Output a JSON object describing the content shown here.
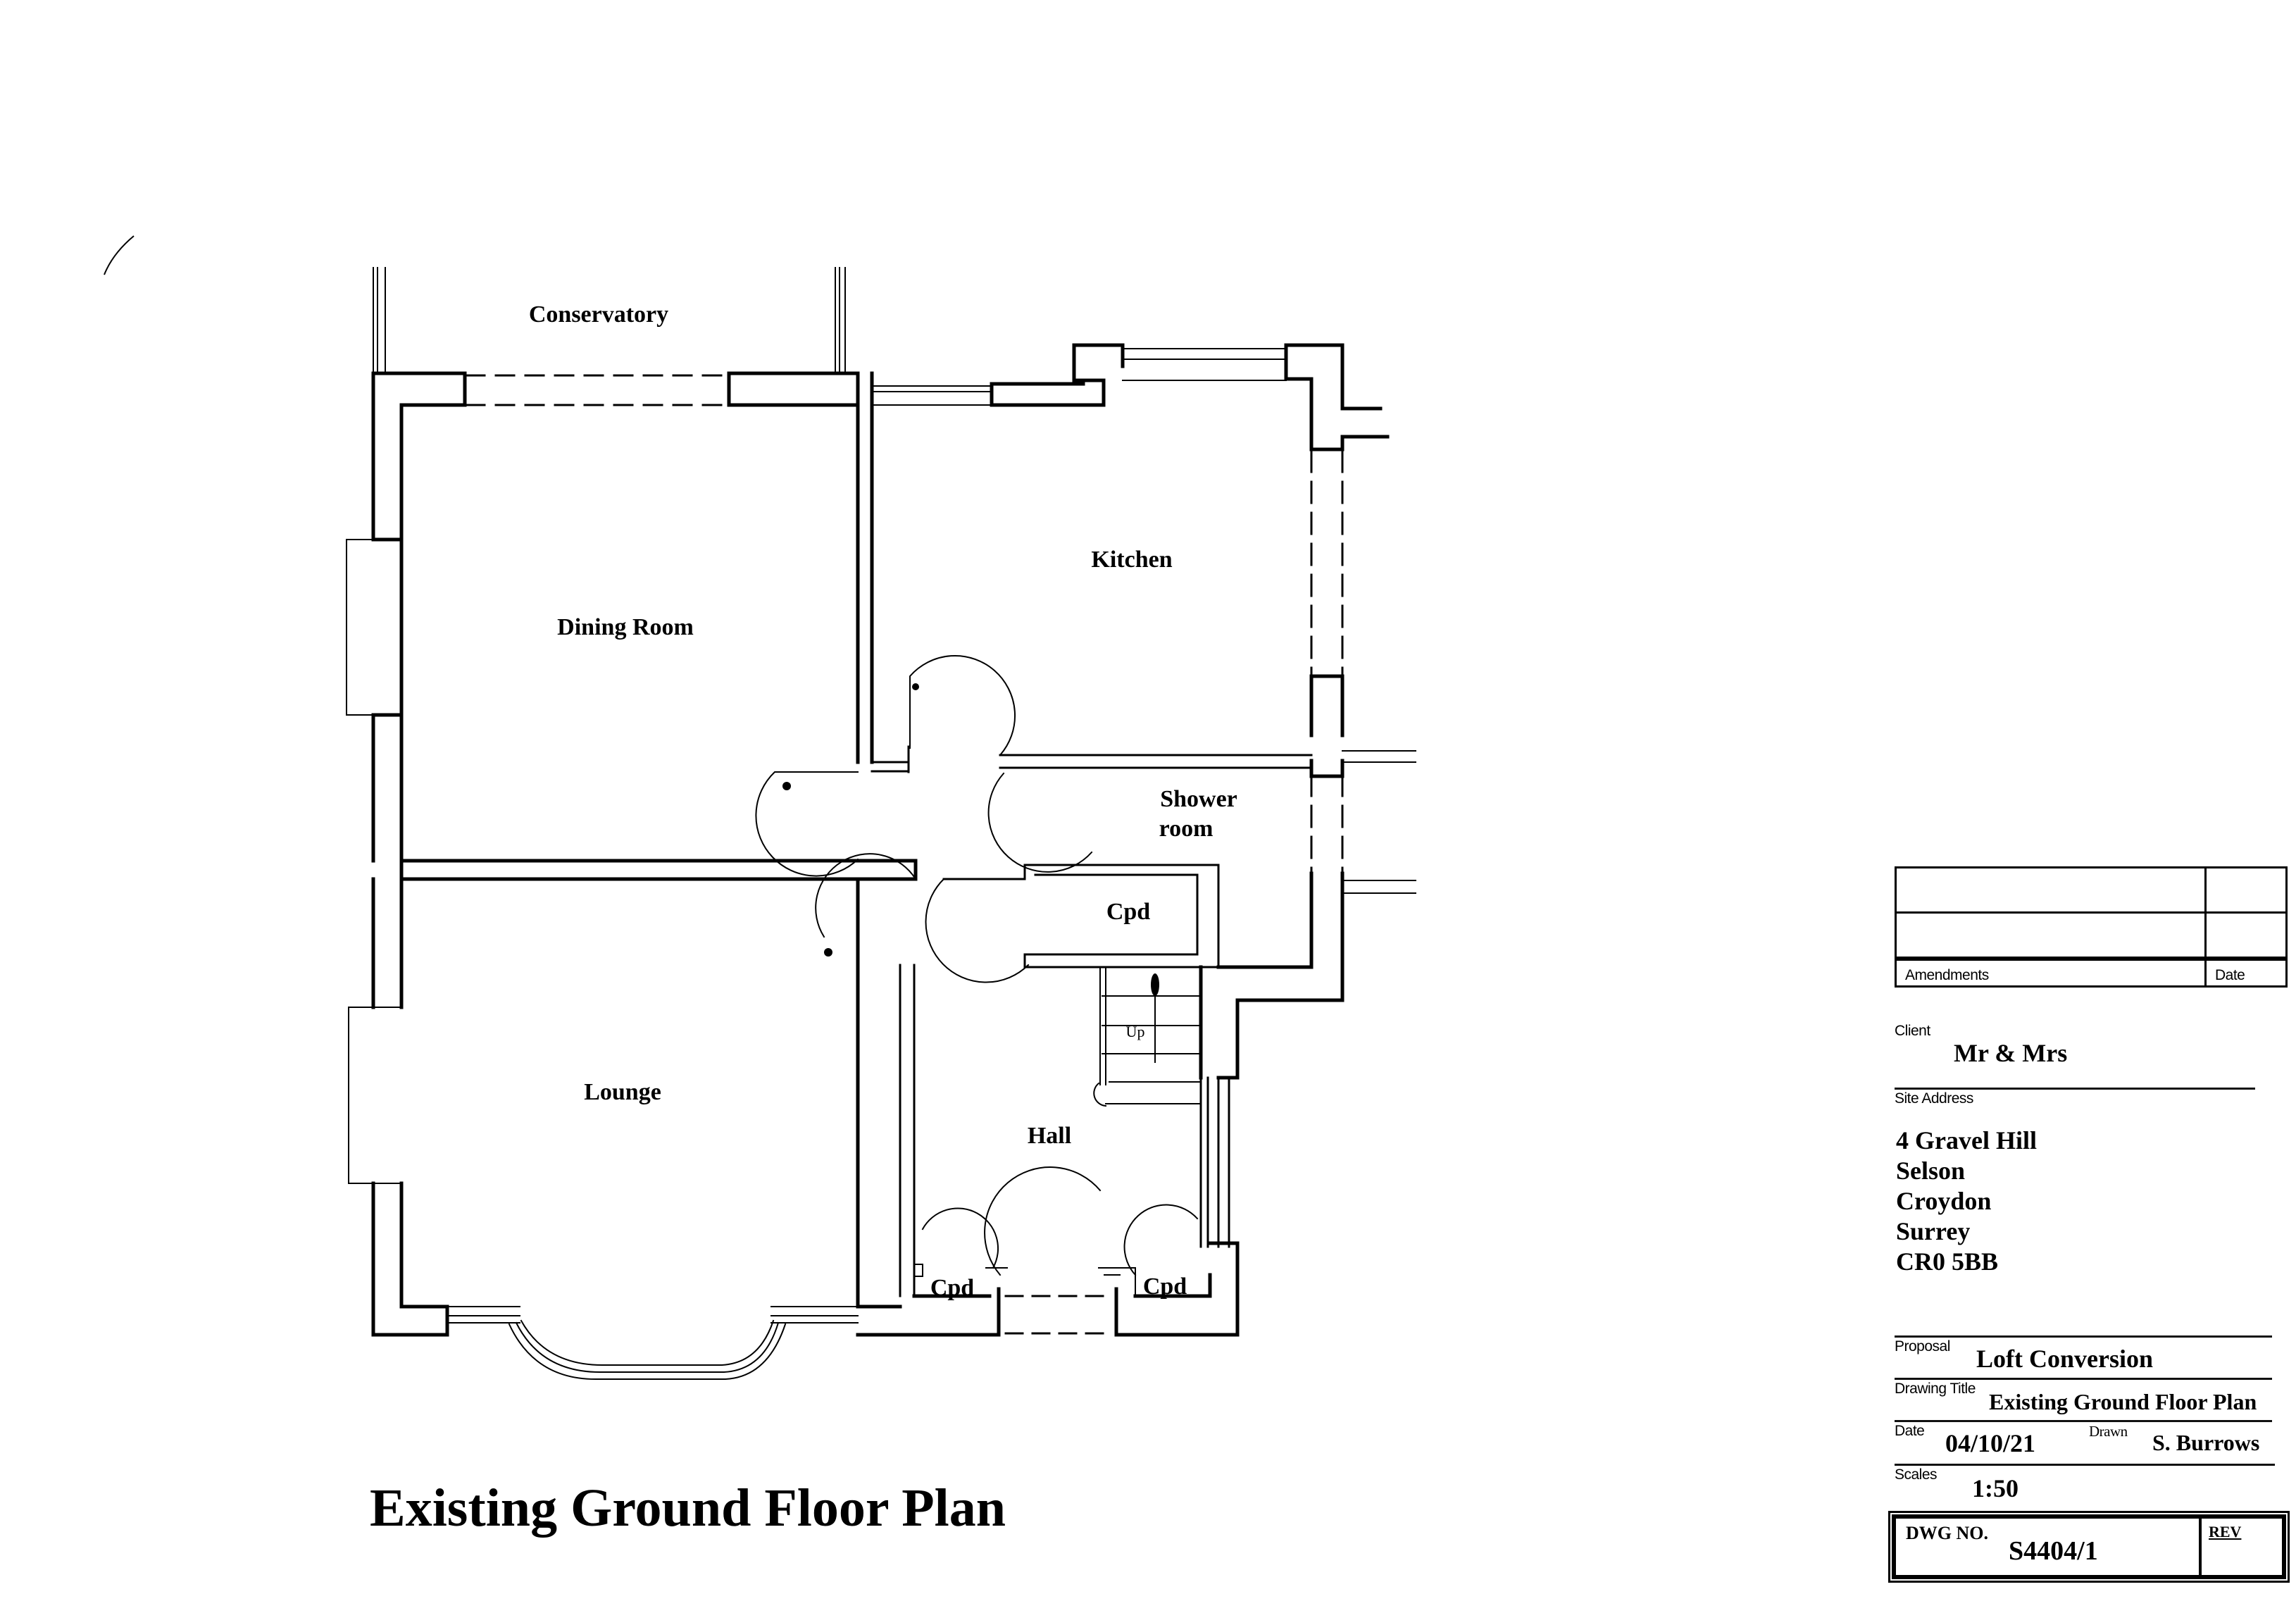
{
  "drawing": {
    "title": "Existing Ground Floor Plan",
    "rooms": [
      {
        "id": "conservatory",
        "label": "Conservatory"
      },
      {
        "id": "dining-room",
        "label": "Dining Room"
      },
      {
        "id": "kitchen",
        "label": "Kitchen"
      },
      {
        "id": "shower-room",
        "label_line1": "Shower",
        "label_line2": "room"
      },
      {
        "id": "cupboard-mid",
        "label": "Cpd"
      },
      {
        "id": "lounge",
        "label": "Lounge"
      },
      {
        "id": "hall",
        "label": "Hall"
      },
      {
        "id": "cupboard-left",
        "label": "Cpd"
      },
      {
        "id": "cupboard-right",
        "label": "Cpd"
      }
    ],
    "stairs_label": "Up",
    "line_color": "#000000",
    "background": "#ffffff"
  },
  "title_block": {
    "amendments": {
      "header_left": "Amendments",
      "header_right": "Date",
      "rows": [
        "",
        "",
        ""
      ]
    },
    "client": {
      "label": "Client",
      "value": "Mr & Mrs"
    },
    "site_address": {
      "label": "Site Address",
      "lines": [
        "4 Gravel Hill",
        "Selson",
        "Croydon",
        "Surrey",
        "CR0 5BB"
      ]
    },
    "proposal": {
      "label": "Proposal",
      "value": "Loft Conversion"
    },
    "drawing_title": {
      "label": "Drawing Title",
      "value": "Existing Ground Floor Plan"
    },
    "date": {
      "label": "Date",
      "value": "04/10/21"
    },
    "drawn": {
      "label": "Drawn",
      "value": "S. Burrows"
    },
    "scales": {
      "label": "Scales",
      "value": "1:50"
    },
    "dwg_no": {
      "label": "DWG NO.",
      "value": "S4404/1"
    },
    "rev": {
      "label": "REV",
      "value": ""
    }
  }
}
